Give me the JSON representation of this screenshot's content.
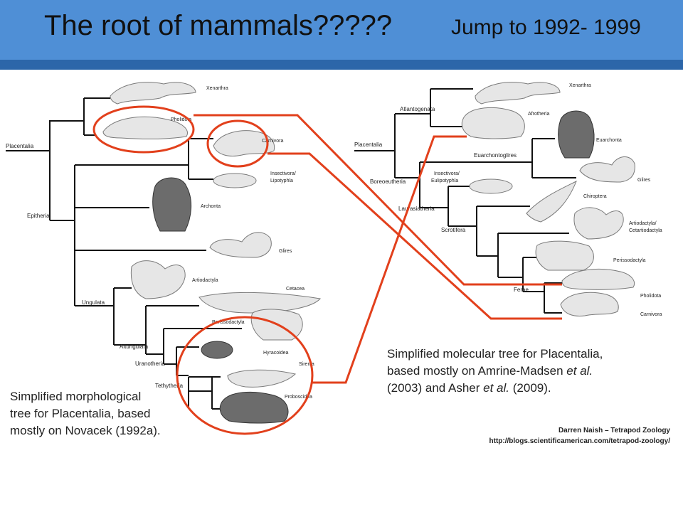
{
  "slide": {
    "title": "The root of mammals?????",
    "jump_link": "Jump to 1992- 1999"
  },
  "morph_tree": {
    "labels": {
      "placentalia": "Placentalia",
      "xenarthra": "Xenarthra",
      "pholidota": "Pholidota",
      "carnivora": "Carnivora",
      "insectivora": "Insectivora/",
      "lipotyphla": "Lipotyphla",
      "epitheria": "Epitheria",
      "archonta": "Archonta",
      "glires": "Glires",
      "artiodactyla": "Artiodactyla",
      "cetacea": "Cetacea",
      "ungulata": "Ungulata",
      "perissodactyla": "Perissodactyla",
      "altungulata": "Altungulata",
      "hyracoidea": "Hyracoidea",
      "uranotheria": "Uranotheria",
      "sirenia": "Sirenia",
      "tethytheria": "Tethytheria",
      "proboscidea": "Proboscidea"
    },
    "caption_lines": [
      "Simplified morphological",
      "tree for Placentalia, based",
      "mostly on Novacek (1992a)."
    ]
  },
  "mol_tree": {
    "labels": {
      "xenarthra": "Xenarthra",
      "atlantogenata": "Atlantogenata",
      "afrotheria": "Afrotheria",
      "placentalia": "Placentalia",
      "euarchonta": "Euarchonta",
      "euarchontoglires": "Euarchontoglires",
      "glires": "Glires",
      "boreoeutheria": "Boreoeutheria",
      "insectivora": "Insectivora/",
      "eulipotyphla": "Eulipotyphla",
      "chiroptera": "Chiroptera",
      "laurasiatheria": "Laurasiatheria",
      "artiodactyla": "Artiodactyla/",
      "cetartiodactyla": "Cetartiodactyla",
      "scrotifera": "Scrotifera",
      "perissodactyla": "Perissodactyla",
      "ferae": "Ferae",
      "pholidota": "Pholidota",
      "carnivora": "Carnivora"
    },
    "caption_lines": [
      "Simplified molecular tree for Placentalia,",
      "based mostly on Amrine-Madsen",
      "(2003) and Asher",
      "(2009)."
    ],
    "et_al": "et al."
  },
  "credit": {
    "author": "Darren Naish – Tetrapod Zoology",
    "url": "http://blogs.scientificamerican.com/tetrapod-zoology/"
  },
  "colors": {
    "header": "#4f8fd6",
    "header_bar": "#2c66a9",
    "highlight": "#e2401c",
    "tree_line": "#111111"
  }
}
